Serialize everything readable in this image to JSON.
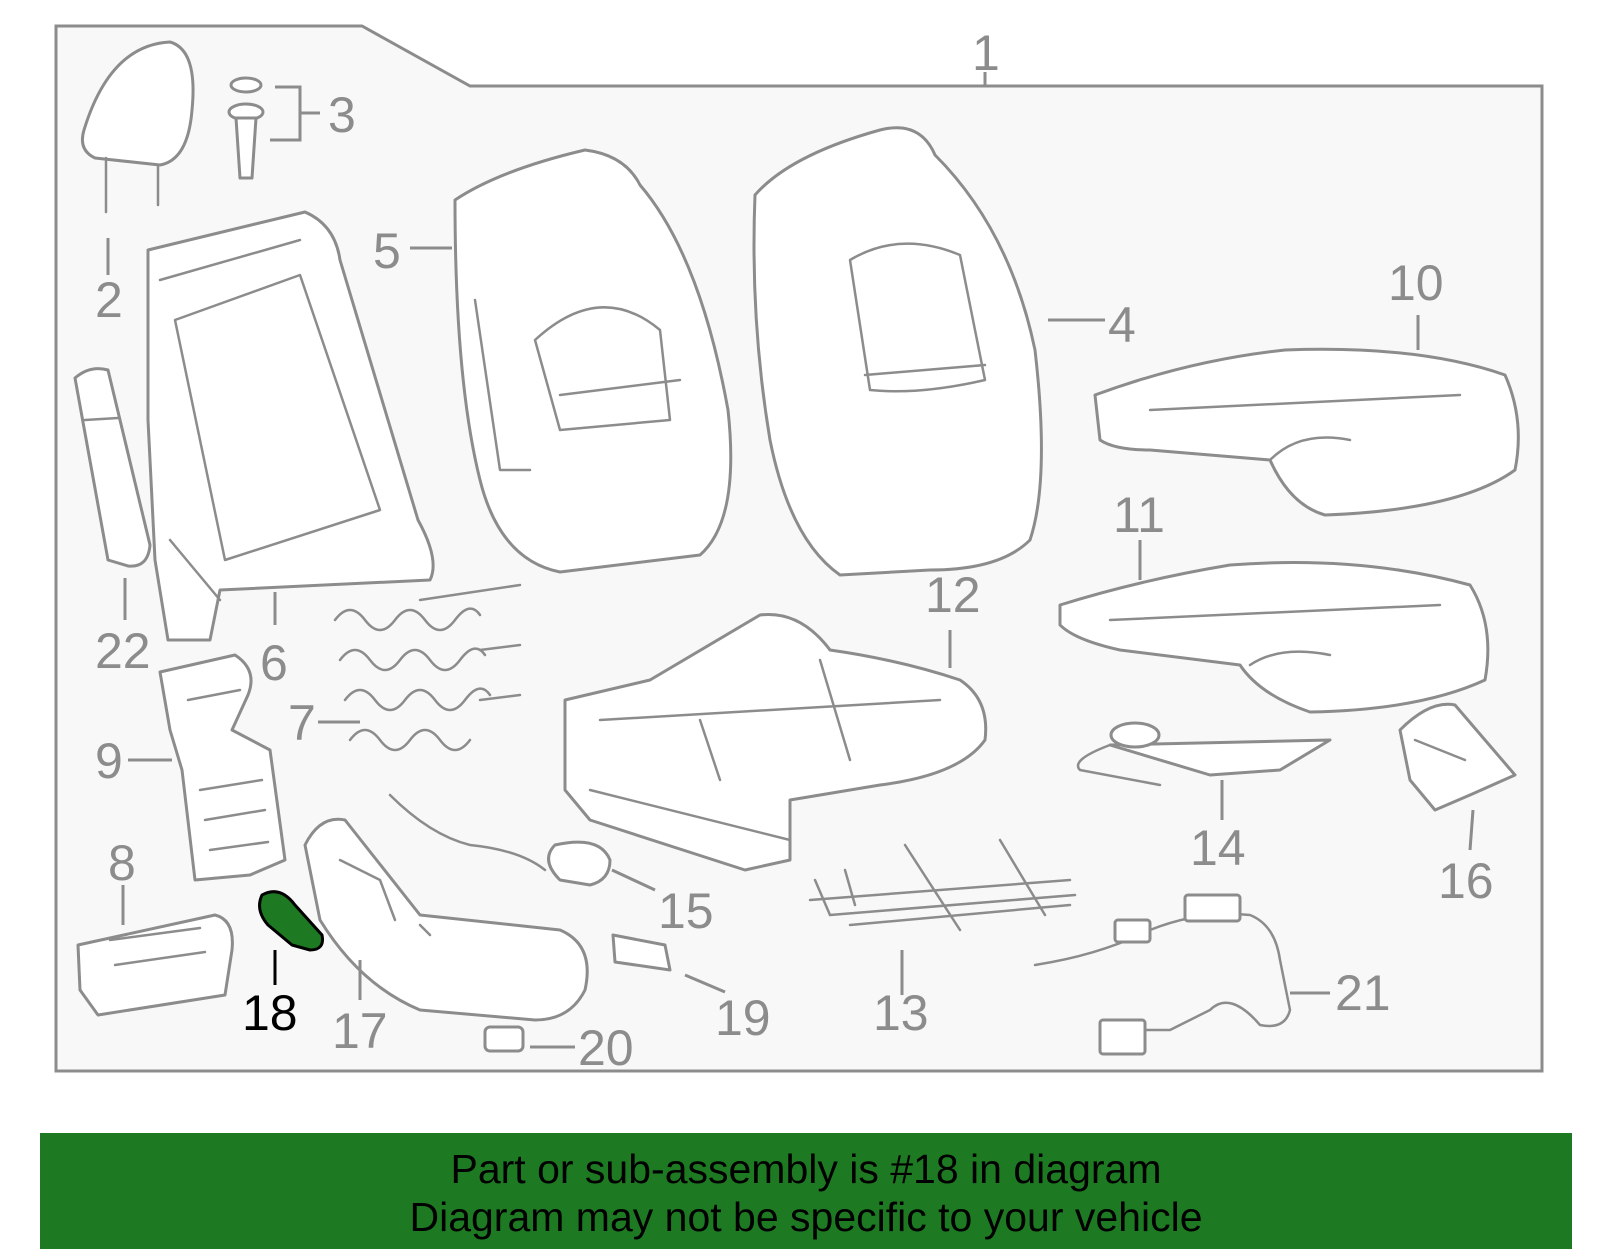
{
  "diagram": {
    "colors": {
      "line": "#8c8c8c",
      "highlight_fill": "#1e7a22",
      "highlight_label": "#000000",
      "panel": "#f8f8f8",
      "banner": "#1e7a22"
    },
    "callouts": [
      {
        "id": "1",
        "label": "1"
      },
      {
        "id": "2",
        "label": "2"
      },
      {
        "id": "3",
        "label": "3"
      },
      {
        "id": "4",
        "label": "4"
      },
      {
        "id": "5",
        "label": "5"
      },
      {
        "id": "6",
        "label": "6"
      },
      {
        "id": "7",
        "label": "7"
      },
      {
        "id": "8",
        "label": "8"
      },
      {
        "id": "9",
        "label": "9"
      },
      {
        "id": "10",
        "label": "10"
      },
      {
        "id": "11",
        "label": "11"
      },
      {
        "id": "12",
        "label": "12"
      },
      {
        "id": "13",
        "label": "13"
      },
      {
        "id": "14",
        "label": "14"
      },
      {
        "id": "15",
        "label": "15"
      },
      {
        "id": "16",
        "label": "16"
      },
      {
        "id": "17",
        "label": "17"
      },
      {
        "id": "18",
        "label": "18",
        "highlighted": true
      },
      {
        "id": "19",
        "label": "19"
      },
      {
        "id": "20",
        "label": "20"
      },
      {
        "id": "21",
        "label": "21"
      },
      {
        "id": "22",
        "label": "22"
      }
    ]
  },
  "banner": {
    "line1": "Part or sub-assembly is #18 in diagram",
    "line2": "Diagram may not be specific to your vehicle"
  }
}
